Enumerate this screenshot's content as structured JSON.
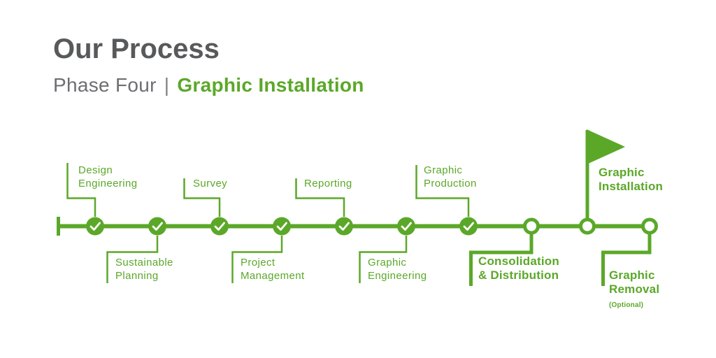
{
  "colors": {
    "accent_green": "#5ba829",
    "title_gray": "#58595b",
    "subtitle_gray": "#6d6e71",
    "background": "#ffffff"
  },
  "header": {
    "title": "Our Process",
    "phase_label": "Phase Four",
    "separator": "|",
    "phase_name": "Graphic Installation"
  },
  "timeline": {
    "start_marker": "tick",
    "current_marker": "flag-icon",
    "milestones": [
      {
        "label": "Design\nEngineering",
        "position": "top",
        "status": "completed"
      },
      {
        "label": "Sustainable\nPlanning",
        "position": "bottom",
        "status": "completed"
      },
      {
        "label": "Survey",
        "position": "top",
        "status": "completed"
      },
      {
        "label": "Project\nManagement",
        "position": "bottom",
        "status": "completed"
      },
      {
        "label": "Reporting",
        "position": "top",
        "status": "completed"
      },
      {
        "label": "Graphic\nEngineering",
        "position": "bottom",
        "status": "completed"
      },
      {
        "label": "Graphic\nProduction",
        "position": "top",
        "status": "completed"
      },
      {
        "label": "Consolidation\n& Distribution",
        "position": "bottom",
        "status": "upcoming",
        "emphasis": true
      },
      {
        "label": "Graphic\nInstallation",
        "position": "top",
        "status": "current",
        "emphasis": true,
        "marker": "flag"
      },
      {
        "label": "Graphic\nRemoval",
        "sublabel": "(Optional)",
        "position": "bottom",
        "status": "upcoming",
        "emphasis": true
      }
    ]
  }
}
